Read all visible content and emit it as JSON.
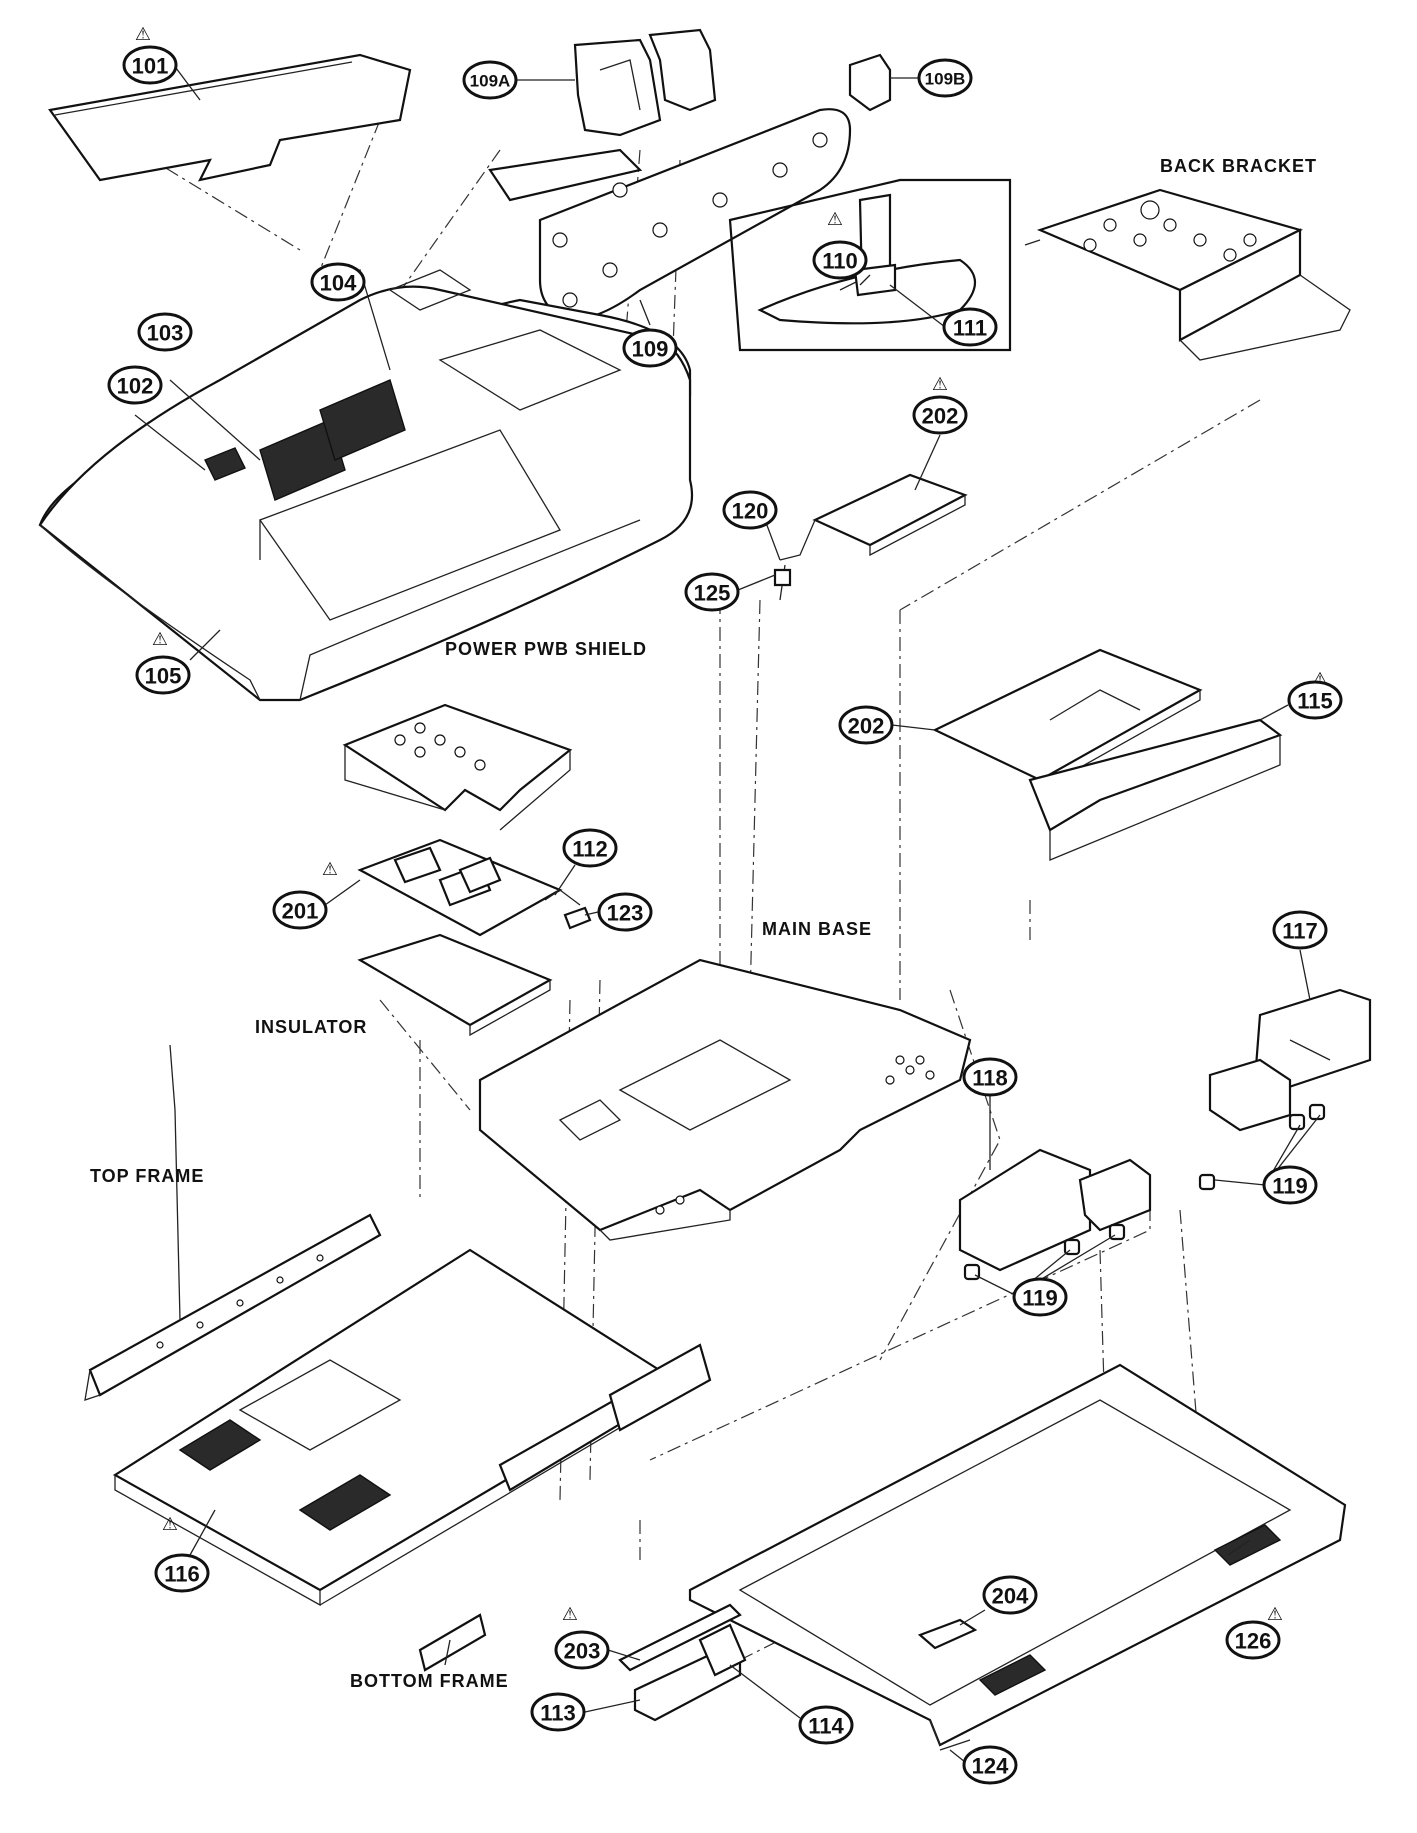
{
  "callouts": {
    "c101": "101",
    "c102": "102",
    "c103": "103",
    "c104": "104",
    "c105": "105",
    "c109a": "109A",
    "c109b": "109B",
    "c109": "109",
    "c110": "110",
    "c111": "111",
    "c202a": "202",
    "c120": "120",
    "c125": "125",
    "c202b": "202",
    "c115": "115",
    "c112": "112",
    "c201": "201",
    "c123": "123",
    "c117": "117",
    "c118": "118",
    "c119a": "119",
    "c119b": "119",
    "c116": "116",
    "c204": "204",
    "c203": "203",
    "c126": "126",
    "c113": "113",
    "c114": "114",
    "c124": "124"
  },
  "labels": {
    "back_bracket": "BACK BRACKET",
    "power_pwb_shield": "POWER PWB SHIELD",
    "main_base": "MAIN BASE",
    "insulator": "INSULATOR",
    "top_frame": "TOP FRAME",
    "bottom_frame": "BOTTOM FRAME"
  },
  "warning_symbol": "⚠",
  "colors": {
    "ink": "#111111",
    "paper": "#ffffff"
  }
}
